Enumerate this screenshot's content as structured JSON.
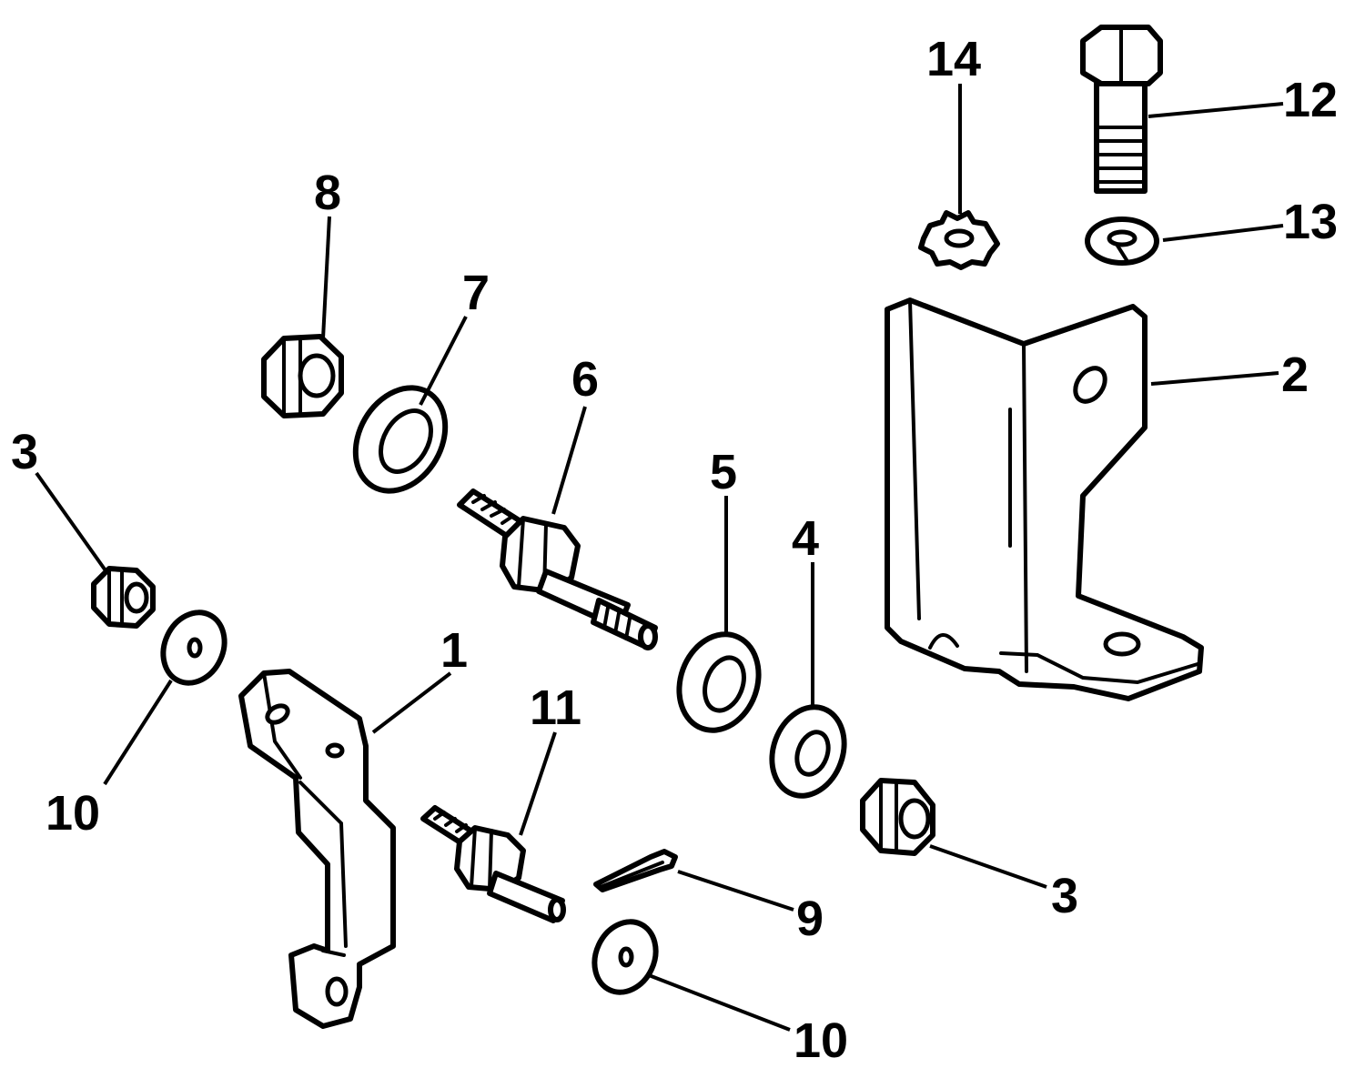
{
  "diagram": {
    "callouts": [
      {
        "id": "c1",
        "label": "1"
      },
      {
        "id": "c2",
        "label": "2"
      },
      {
        "id": "c3a",
        "label": "3"
      },
      {
        "id": "c3b",
        "label": "3"
      },
      {
        "id": "c4",
        "label": "4"
      },
      {
        "id": "c5",
        "label": "5"
      },
      {
        "id": "c6",
        "label": "6"
      },
      {
        "id": "c7",
        "label": "7"
      },
      {
        "id": "c8",
        "label": "8"
      },
      {
        "id": "c9",
        "label": "9"
      },
      {
        "id": "c10a",
        "label": "10"
      },
      {
        "id": "c10b",
        "label": "10"
      },
      {
        "id": "c11",
        "label": "11"
      },
      {
        "id": "c12",
        "label": "12"
      },
      {
        "id": "c13",
        "label": "13"
      },
      {
        "id": "c14",
        "label": "14"
      }
    ],
    "colors": {
      "ink": "#000000",
      "paper": "#ffffff"
    }
  }
}
